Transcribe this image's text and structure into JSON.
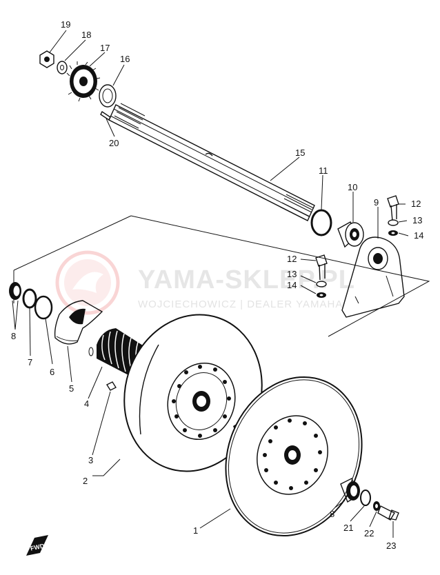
{
  "watermark": {
    "brand": "YAMA-SKLEP.PL",
    "tagline": "WOJCIECHOWICZ | DEALER YAMAHA"
  },
  "badge": {
    "text": "FWD"
  },
  "parts": [
    {
      "id": "p1",
      "number": "1"
    },
    {
      "id": "p2",
      "number": "2"
    },
    {
      "id": "p3",
      "number": "3"
    },
    {
      "id": "p4",
      "number": "4"
    },
    {
      "id": "p5",
      "number": "5"
    },
    {
      "id": "p6",
      "number": "6"
    },
    {
      "id": "p7",
      "number": "7"
    },
    {
      "id": "p8a",
      "number": "8"
    },
    {
      "id": "p8b",
      "number": "8"
    },
    {
      "id": "p9",
      "number": "9"
    },
    {
      "id": "p10",
      "number": "10"
    },
    {
      "id": "p11",
      "number": "11"
    },
    {
      "id": "p12a",
      "number": "12"
    },
    {
      "id": "p12b",
      "number": "12"
    },
    {
      "id": "p13a",
      "number": "13"
    },
    {
      "id": "p13b",
      "number": "13"
    },
    {
      "id": "p14a",
      "number": "14"
    },
    {
      "id": "p14b",
      "number": "14"
    },
    {
      "id": "p15",
      "number": "15"
    },
    {
      "id": "p16",
      "number": "16"
    },
    {
      "id": "p17",
      "number": "17"
    },
    {
      "id": "p18",
      "number": "18"
    },
    {
      "id": "p19",
      "number": "19"
    },
    {
      "id": "p20",
      "number": "20"
    },
    {
      "id": "p21",
      "number": "21"
    },
    {
      "id": "p22",
      "number": "22"
    },
    {
      "id": "p23",
      "number": "23"
    }
  ]
}
